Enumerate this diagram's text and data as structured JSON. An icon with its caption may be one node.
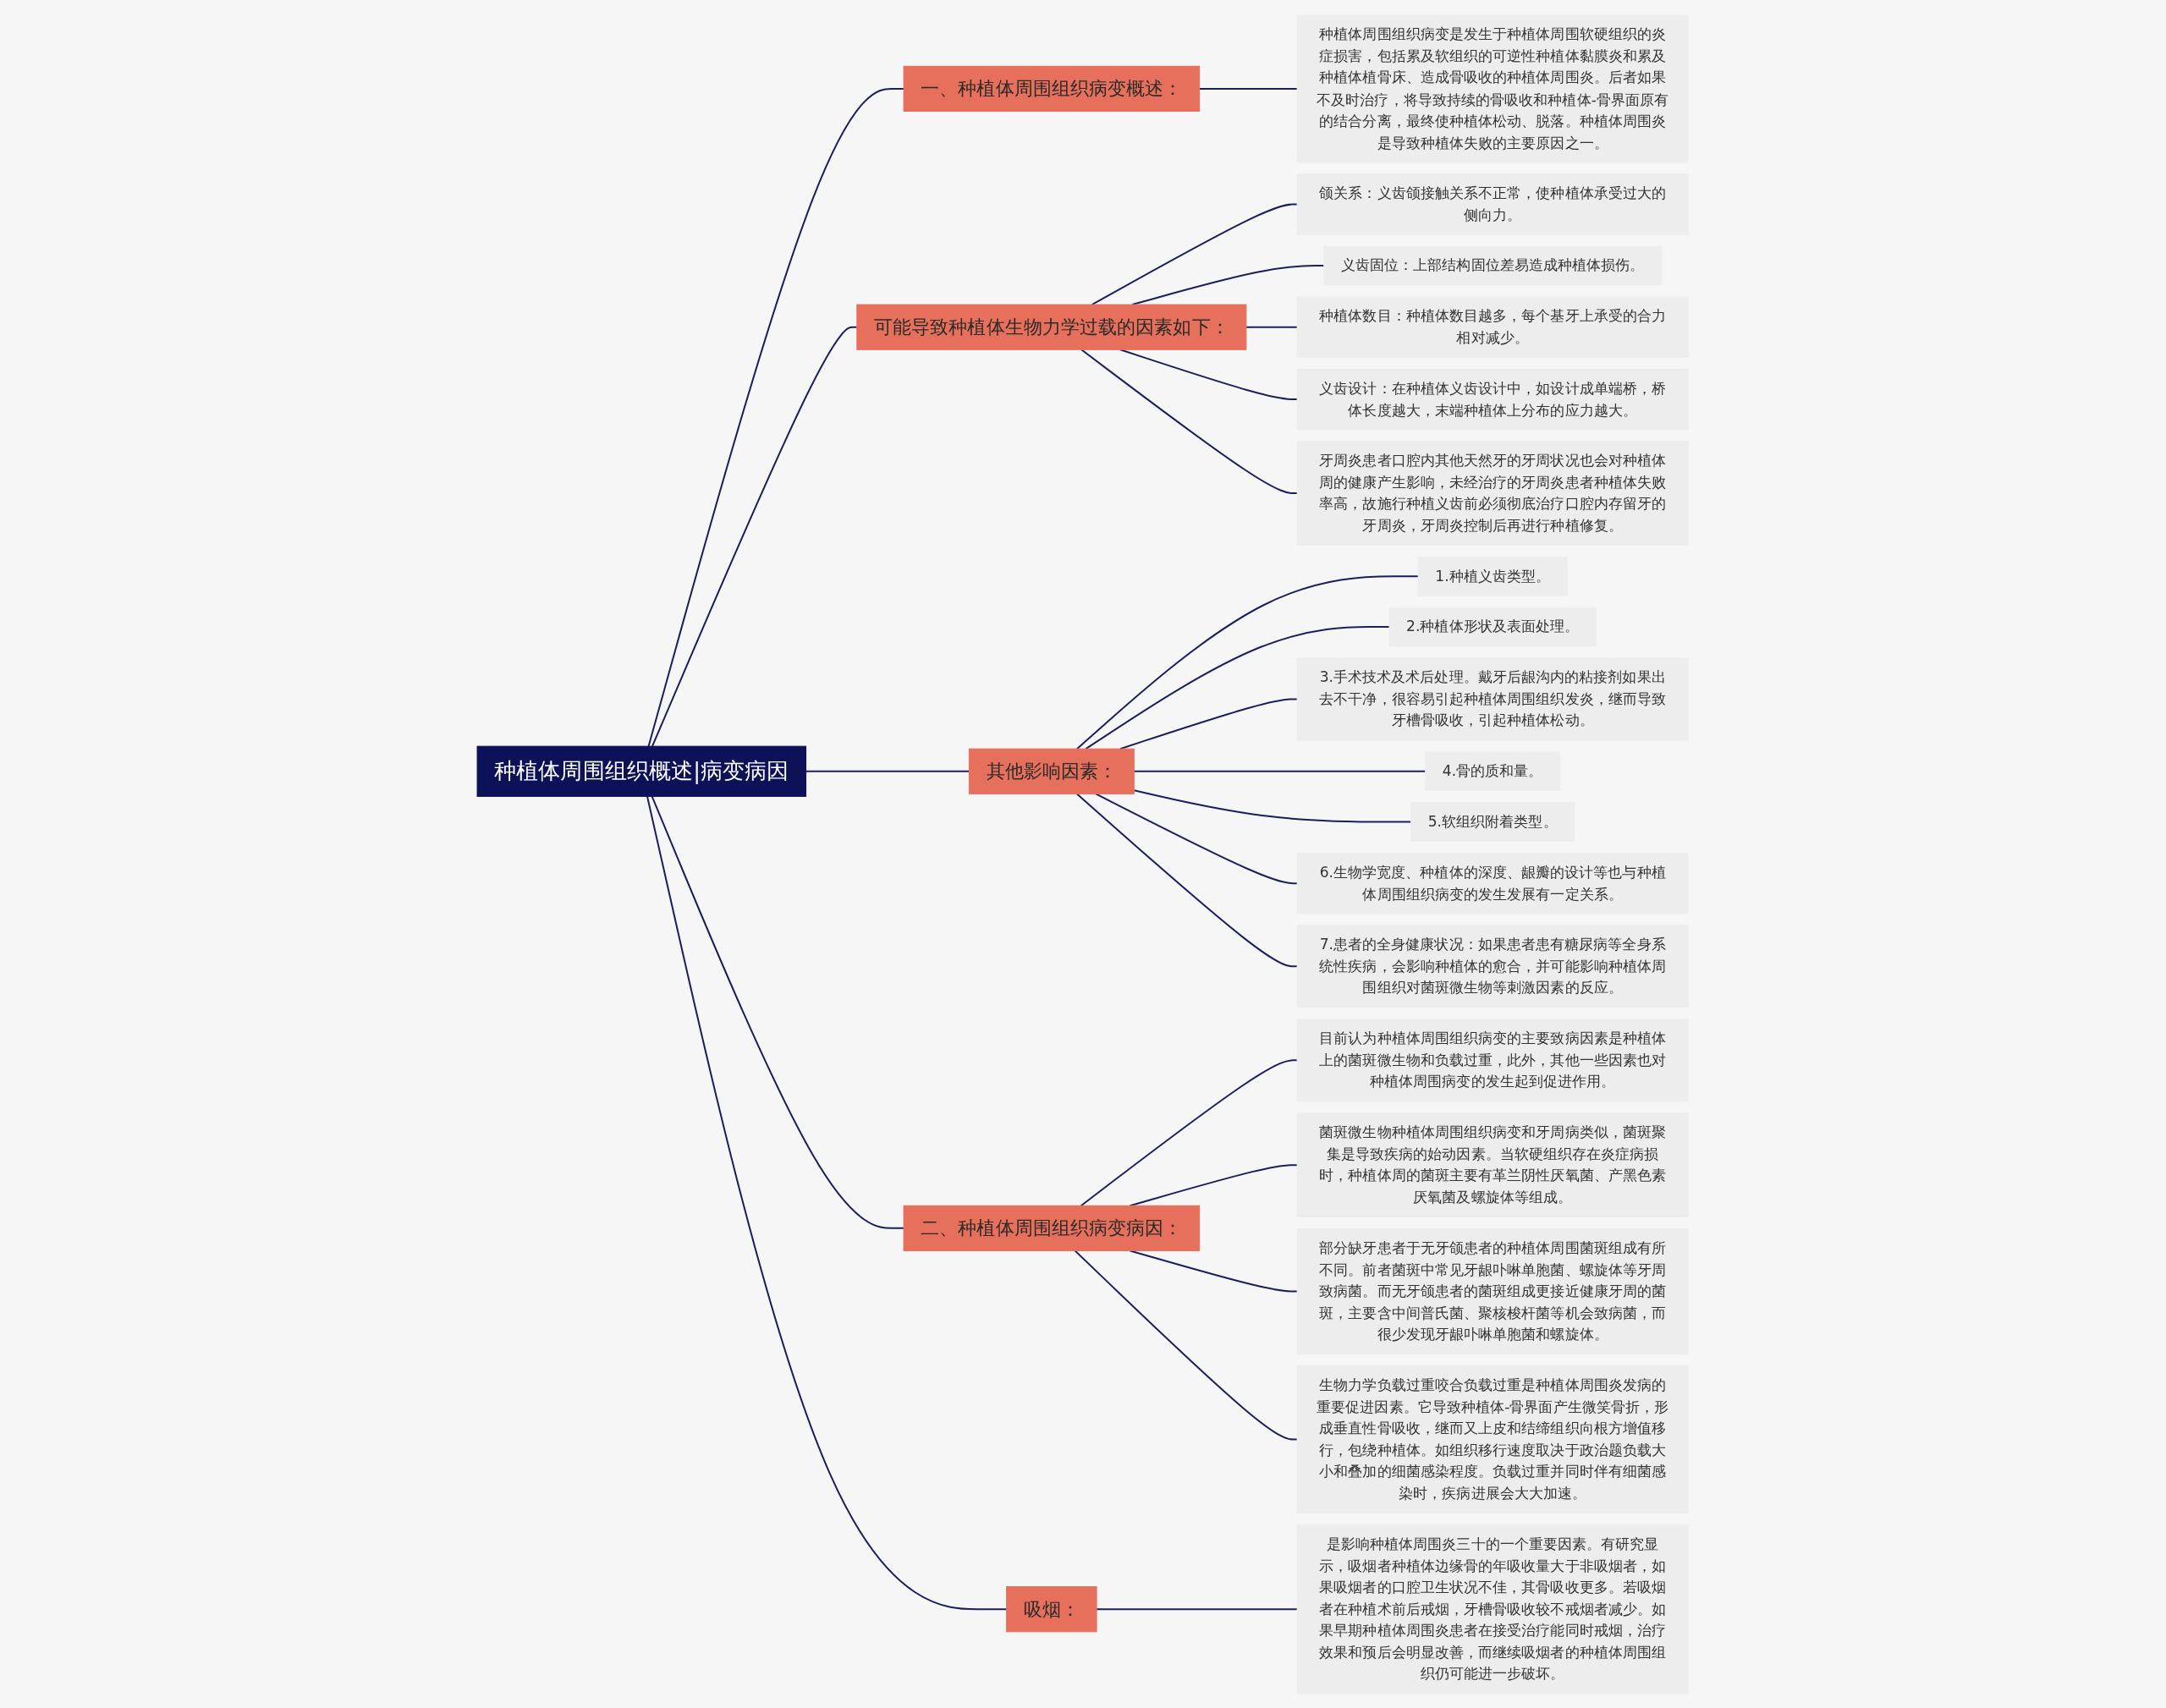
{
  "diagram": {
    "nodes": [
      {
        "text": [
          "种植体周围组织概述|病变病因"
        ]
      },
      {
        "text": [
          "一、种植体周围组织病变概述："
        ]
      },
      {
        "text": [
          "种植体周围组织病变是发生于种植体周围软硬组织的炎症损害，包括累及软组织的可逆性种植体黏膜炎和累及种植体植骨床、造成骨吸收的种植体周围炎。后者如果不及时治疗，将导致持续的骨吸收和种植体-骨界面原有的结合分离，最终使种植体松动、脱落。种植体周围炎是导致种植体失败的主要原因之一。"
        ]
      },
      {
        "text": [
          "可能导致种植体生物力学过载的因素如下："
        ]
      },
      {
        "text": [
          "颌关系：义齿颌接触关系不正常，使种植体承受过大的侧向力。"
        ]
      },
      {
        "text": [
          "义齿固位：上部结构固位差易造成种植体损伤。"
        ]
      },
      {
        "text": [
          "种植体数目：种植体数目越多，每个基牙上承受的合力相对减少。"
        ]
      },
      {
        "text": [
          "义齿设计：在种植体义齿设计中，如设计成单端桥，桥体长度越大，末端种植体上分布的应力越大。"
        ]
      },
      {
        "text": [
          "牙周炎患者口腔内其他天然牙的牙周状况也会对种植体周的健康产生影响，未经治疗的牙周炎患者种植体失败率高，故施行种植义齿前必须彻底治疗口腔内存留牙的牙周炎，牙周炎控制后再进行种植修复。"
        ]
      },
      {
        "text": [
          "其他影响因素："
        ]
      },
      {
        "text": [
          "1.种植义齿类型。"
        ]
      },
      {
        "text": [
          "2.种植体形状及表面处理。"
        ]
      },
      {
        "text": [
          "3.手术技术及术后处理。戴牙后龈沟内的粘接剂如果出去不干净，很容易引起种植体周围组织发炎，继而导致牙槽骨吸收，引起种植体松动。"
        ]
      },
      {
        "text": [
          "4.骨的质和量。"
        ]
      },
      {
        "text": [
          "5.软组织附着类型。"
        ]
      },
      {
        "text": [
          "6.生物学宽度、种植体的深度、龈瓣的设计等也与种植体周围组织病变的发生发展有一定关系。"
        ]
      },
      {
        "text": [
          "7.患者的全身健康状况：如果患者患有糖尿病等全身系统性疾病，会影响种植体的愈合，并可能影响种植体周围组织对菌斑微生物等刺激因素的反应。"
        ]
      },
      {
        "text": [
          "二、种植体周围组织病变病因："
        ]
      },
      {
        "text": [
          "目前认为种植体周围组织病变的主要致病因素是种植体上的菌斑微生物和负载过重，此外，其他一些因素也对种植体周围病变的发生起到促进作用。"
        ]
      },
      {
        "text": [
          "菌斑微生物种植体周围组织病变和牙周病类似，菌斑聚集是导致疾病的始动因素。当软硬组织存在炎症病损时，种植体周的菌斑主要有革兰阴性厌氧菌、产黑色素厌氧菌及螺旋体等组成。"
        ]
      },
      {
        "text": [
          "部分缺牙患者于无牙颌患者的种植体周围菌斑组成有所不同。前者菌斑中常见牙龈卟啉单胞菌、螺旋体等牙周致病菌。而无牙颌患者的菌斑组成更接近健康牙周的菌斑，主要含中间普氏菌、聚核梭杆菌等机会致病菌，而很少发现牙龈卟啉单胞菌和螺旋体。"
        ]
      },
      {
        "text": [
          "生物力学负载过重咬合负载过重是种植体周围炎发病的重要促进因素。它导致种植体-骨界面产生微笑骨折，形成垂直性骨吸收，继而又上皮和结缔组织向根方增值移行，包绕种植体。如组织移行速度取决于政治题负载大小和叠加的细菌感染程度。负载过重并同时伴有细菌感染时，疾病进展会大大加速。"
        ]
      },
      {
        "text": [
          "吸烟："
        ]
      },
      {
        "text": [
          "是影响种植体周围炎三十的一个重要因素。有研究显示，吸烟者种植体边缘骨的年吸收量大于非吸烟者，如果吸烟者的口腔卫生状况不佳，其骨吸收更多。若吸烟者在种植术前后戒烟，牙槽骨吸收较不戒烟者减少。如果早期种植体周围炎患者在接受治疗能同时戒烟，治疗效果和预后会明显改善，而继续吸烟者的种植体周围组织仍可能进一步破坏。"
        ]
      }
    ],
    "edges": [
      {
        "from": 0,
        "to": 1,
        "arrow": "none"
      },
      {
        "from": 1,
        "to": 2,
        "arrow": "none"
      },
      {
        "from": 0,
        "to": 3,
        "arrow": "none"
      },
      {
        "from": 3,
        "to": 4,
        "arrow": "none"
      },
      {
        "from": 3,
        "to": 5,
        "arrow": "none"
      },
      {
        "from": 3,
        "to": 6,
        "arrow": "none"
      },
      {
        "from": 3,
        "to": 7,
        "arrow": "none"
      },
      {
        "from": 3,
        "to": 8,
        "arrow": "none"
      },
      {
        "from": 0,
        "to": 9,
        "arrow": "none"
      },
      {
        "from": 9,
        "to": 10,
        "arrow": "none"
      },
      {
        "from": 9,
        "to": 11,
        "arrow": "none"
      },
      {
        "from": 9,
        "to": 12,
        "arrow": "none"
      },
      {
        "from": 9,
        "to": 13,
        "arrow": "none"
      },
      {
        "from": 9,
        "to": 14,
        "arrow": "none"
      },
      {
        "from": 9,
        "to": 15,
        "arrow": "none"
      },
      {
        "from": 9,
        "to": 16,
        "arrow": "none"
      },
      {
        "from": 0,
        "to": 17,
        "arrow": "none"
      },
      {
        "from": 17,
        "to": 18,
        "arrow": "none"
      },
      {
        "from": 17,
        "to": 19,
        "arrow": "none"
      },
      {
        "from": 17,
        "to": 20,
        "arrow": "none"
      },
      {
        "from": 17,
        "to": 21,
        "arrow": "none"
      },
      {
        "from": 0,
        "to": 22,
        "arrow": "none"
      },
      {
        "from": 22,
        "to": 23,
        "arrow": "none"
      }
    ]
  }
}
